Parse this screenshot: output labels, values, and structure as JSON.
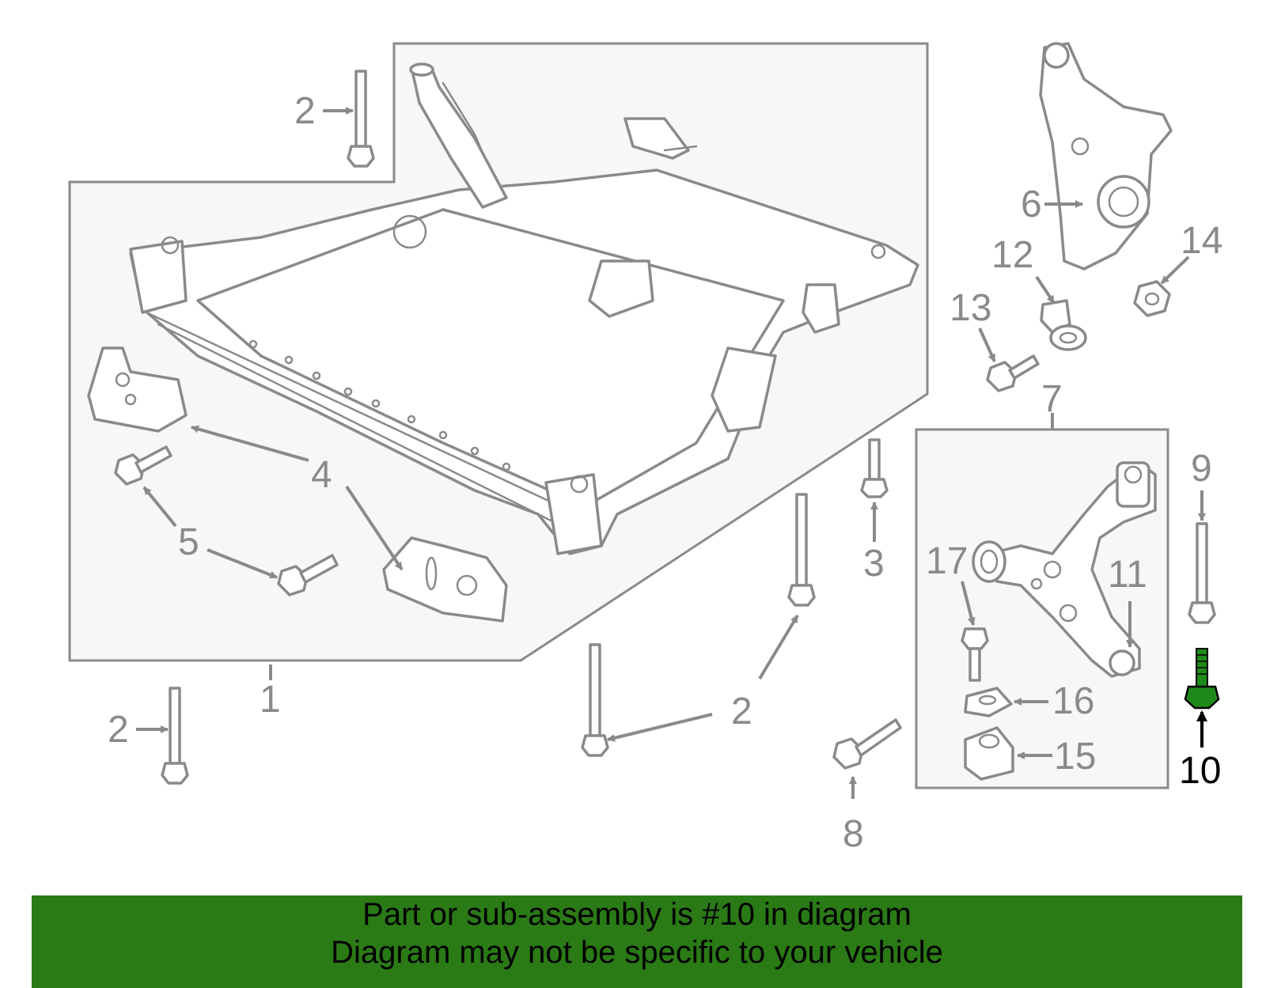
{
  "callouts": {
    "c1": "1",
    "c2a": "2",
    "c2b": "2",
    "c2c": "2",
    "c2d": "2",
    "c3": "3",
    "c4": "4",
    "c5": "5",
    "c6": "6",
    "c7": "7",
    "c8": "8",
    "c9": "9",
    "c10": "10",
    "c11": "11",
    "c12": "12",
    "c13": "13",
    "c14": "14",
    "c15": "15",
    "c16": "16",
    "c17": "17"
  },
  "highlight_color": "#1f8a1a",
  "banner": {
    "line1": "Part or sub-assembly is #10 in diagram",
    "line2": "Diagram may not be specific to your vehicle",
    "background": "#2a7a16"
  }
}
